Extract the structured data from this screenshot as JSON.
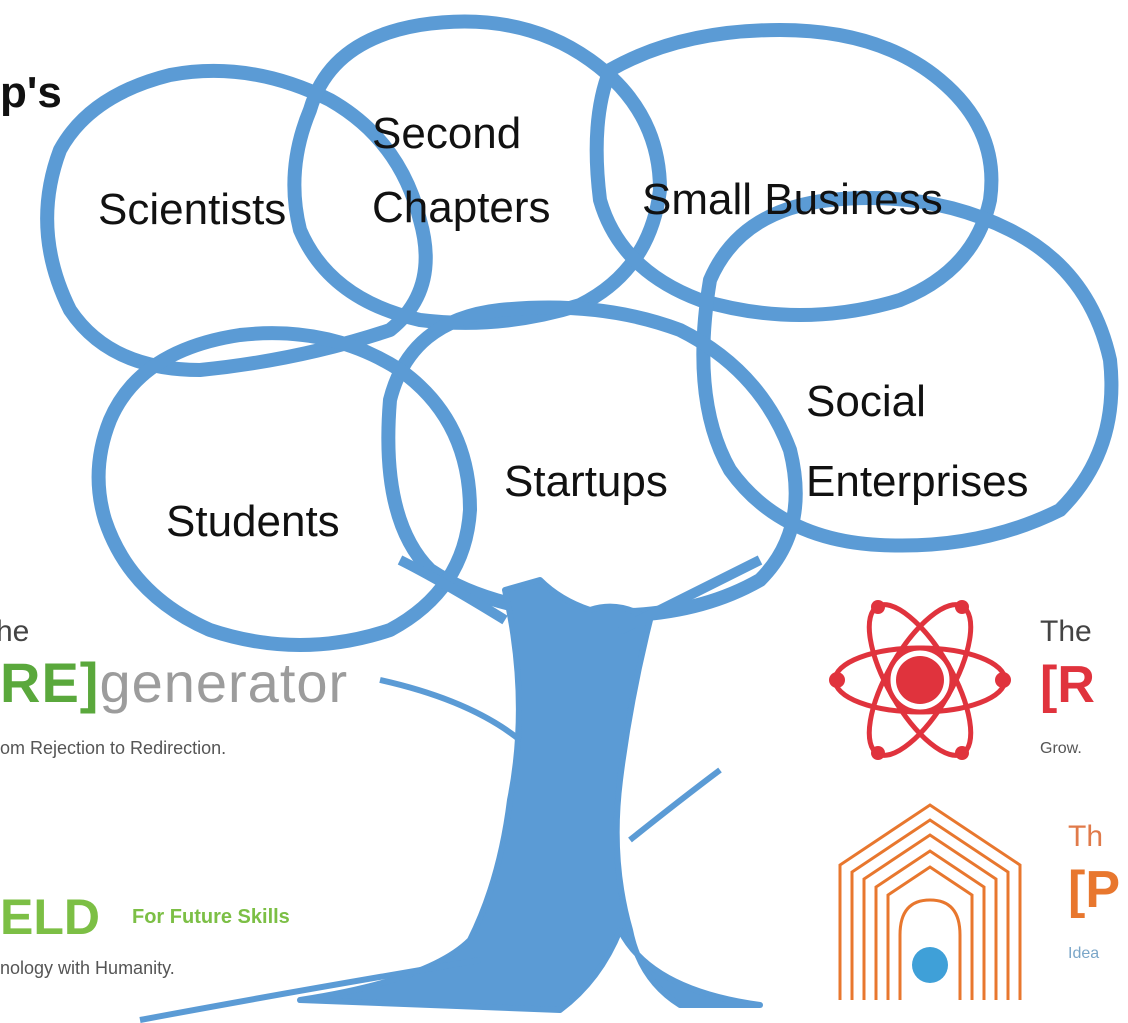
{
  "title_fragment": "p's",
  "tree": {
    "bubbles": [
      {
        "key": "scientists",
        "label": "Scientists"
      },
      {
        "key": "second",
        "label_line1": "Second",
        "label_line2": "Chapters"
      },
      {
        "key": "small",
        "label": "Small Business"
      },
      {
        "key": "social",
        "label_line1": "Social",
        "label_line2": "Enterprises"
      },
      {
        "key": "startups",
        "label": "Startups"
      },
      {
        "key": "students",
        "label": "Students"
      }
    ],
    "color": "#5b9bd5"
  },
  "logos": {
    "regenerator": {
      "the": "he",
      "bracket": "RE]",
      "word": "generator",
      "tagline": "om Rejection to Redirection."
    },
    "yield": {
      "word": "ELD",
      "suffix": "For Future Skills",
      "tagline": "nology with Humanity."
    },
    "atom": {
      "the": "The",
      "bracket": "[R",
      "tagline": "Grow.",
      "color": "#e0333d"
    },
    "arch": {
      "the": "Th",
      "bracket": "[P",
      "tagline": "Idea",
      "color": "#e8772e",
      "dot_color": "#3fa0d8"
    }
  }
}
